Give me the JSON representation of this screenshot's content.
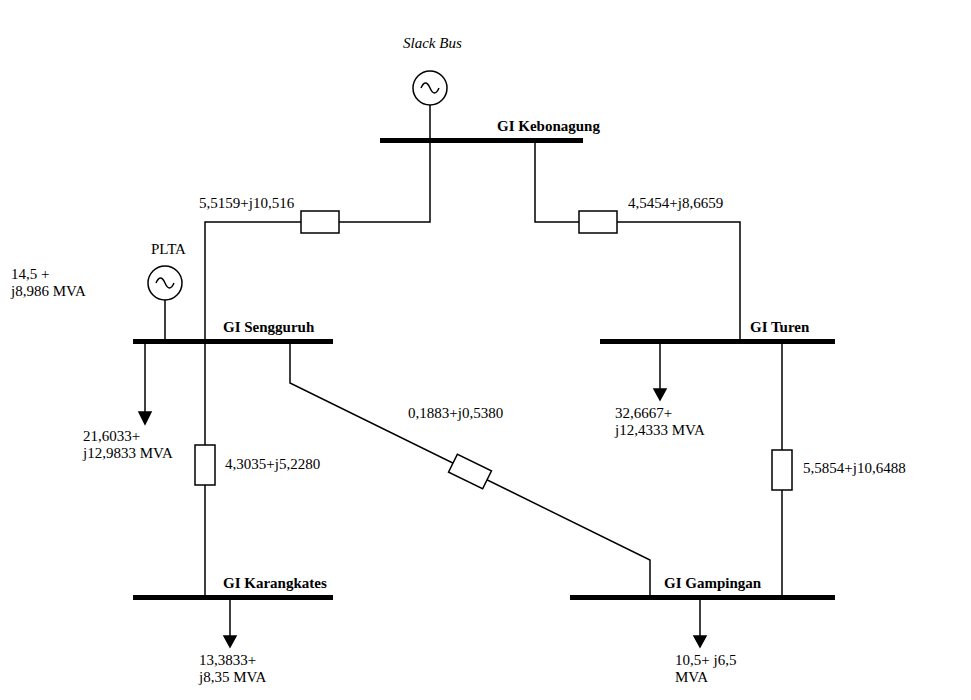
{
  "diagram": {
    "nodes": [
      {
        "text": [
          "GI Kebonagung"
        ]
      },
      {
        "text": [
          "GI Sengguruh"
        ]
      },
      {
        "text": [
          "GI Turen"
        ]
      },
      {
        "text": [
          "GI Karangkates"
        ]
      },
      {
        "text": [
          "GI Gampingan"
        ]
      }
    ],
    "edges": [
      {
        "from": 0,
        "to": 1,
        "arrow": "none",
        "label": "5,5159+j10,516"
      },
      {
        "from": 0,
        "to": 2,
        "arrow": "none",
        "label": "4,5454+j8,6659"
      },
      {
        "from": 1,
        "to": 3,
        "arrow": "none",
        "label": "4,3035+j5,2280"
      },
      {
        "from": 1,
        "to": 4,
        "arrow": "none",
        "label": "0,1883+j0,5380"
      },
      {
        "from": 2,
        "to": 4,
        "arrow": "none",
        "label": "5,5854+j10,6488"
      }
    ],
    "labels": [
      "Slack Bus",
      "PLTA",
      "14,5 + j8,986 MVA",
      "21,6033+ j12,9833 MVA",
      "32,6667+ j12,4333 MVA",
      "13,3833+ j8,35 MVA",
      "10,5+ j6,5 MVA"
    ]
  }
}
